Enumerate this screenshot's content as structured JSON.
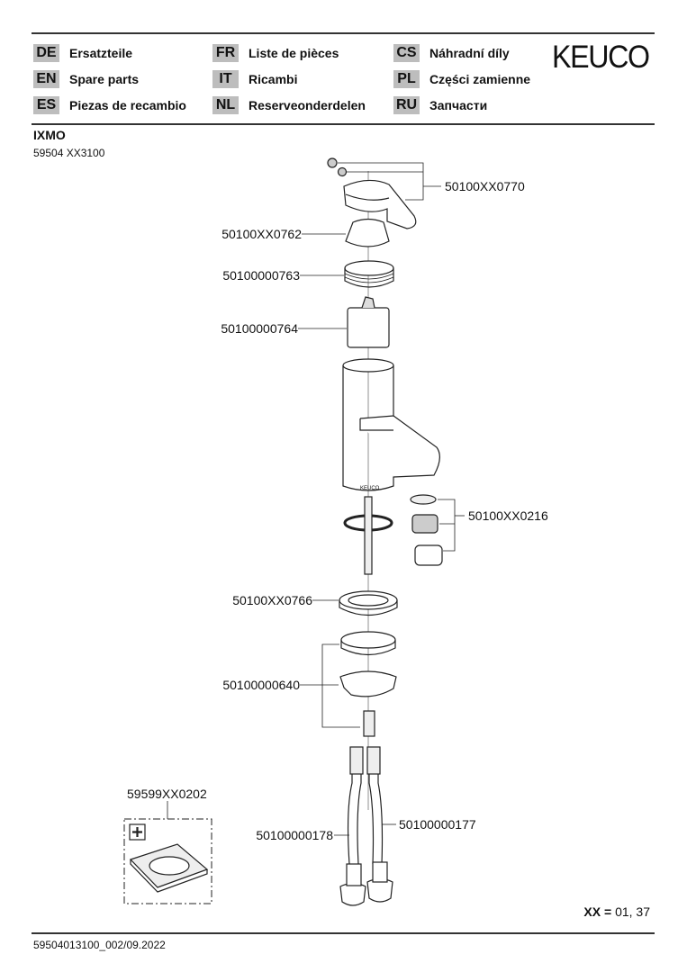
{
  "header": {
    "languages": [
      {
        "code": "DE",
        "label": "Ersatzteile"
      },
      {
        "code": "EN",
        "label": "Spare parts"
      },
      {
        "code": "ES",
        "label": "Piezas de recambio"
      },
      {
        "code": "FR",
        "label": "Liste de pièces"
      },
      {
        "code": "IT",
        "label": "Ricambi"
      },
      {
        "code": "NL",
        "label": "Reserveonderdelen"
      },
      {
        "code": "CS",
        "label": "Náhradní díly"
      },
      {
        "code": "PL",
        "label": "Części zamienne"
      },
      {
        "code": "RU",
        "label": "Запчасти"
      }
    ],
    "logo": "KEUCO"
  },
  "product": {
    "name": "IXMO",
    "number": "59504 XX3100"
  },
  "parts": {
    "handle": "50100XX0770",
    "cover": "50100XX0762",
    "nut": "50100000763",
    "cartridge": "50100000764",
    "aerator": "50100XX0216",
    "base_ring": "50100XX0766",
    "fixing": "50100000640",
    "rosette": "59599XX0202",
    "hose_left": "50100000178",
    "hose_right": "50100000177"
  },
  "body_marking": "KEUCO",
  "legend": {
    "key": "XX =",
    "values": "01, 37"
  },
  "footer": "59504013100_002/09.2022"
}
